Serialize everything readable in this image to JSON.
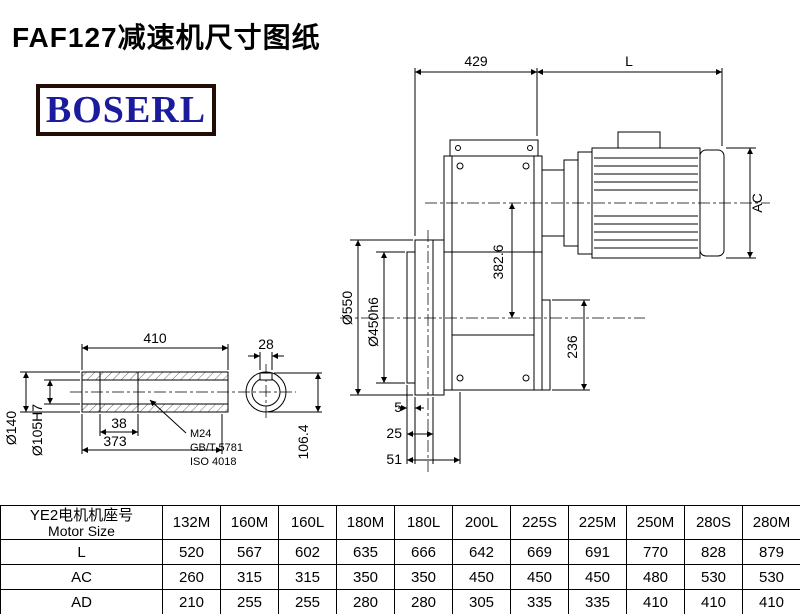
{
  "page": {
    "title": "FAF127减速机尺寸图纸",
    "logo_text": "BOSERL"
  },
  "dims": {
    "top_width": "429",
    "motor_length": "L",
    "motor_ac": "AC",
    "flange_od": "Ø550",
    "flange_spigot": "Ø450h6",
    "center_height": "382.6",
    "base_height": "236",
    "off1": "5",
    "off2": "25",
    "off3": "51"
  },
  "shaft": {
    "length": "410",
    "key_width": "28",
    "shaft_dia": "Ø140",
    "bore_dia": "Ø105H7",
    "end_len": "38",
    "body_len": "373",
    "key_height": "106.4",
    "thread": "M24",
    "std1": "GB/T 5781",
    "std2": "ISO 4018"
  },
  "table": {
    "header_cn": "YE2电机机座号",
    "header_en": "Motor Size",
    "columns": [
      "132M",
      "160M",
      "160L",
      "180M",
      "180L",
      "200L",
      "225S",
      "225M",
      "250M",
      "280S",
      "280M"
    ],
    "rows": [
      {
        "label": "L",
        "values": [
          520,
          567,
          602,
          635,
          666,
          642,
          669,
          691,
          770,
          828,
          879
        ]
      },
      {
        "label": "AC",
        "values": [
          260,
          315,
          315,
          350,
          350,
          450,
          450,
          450,
          480,
          530,
          530
        ]
      },
      {
        "label": "AD",
        "values": [
          210,
          255,
          255,
          280,
          280,
          305,
          335,
          335,
          410,
          410,
          410
        ]
      }
    ]
  }
}
